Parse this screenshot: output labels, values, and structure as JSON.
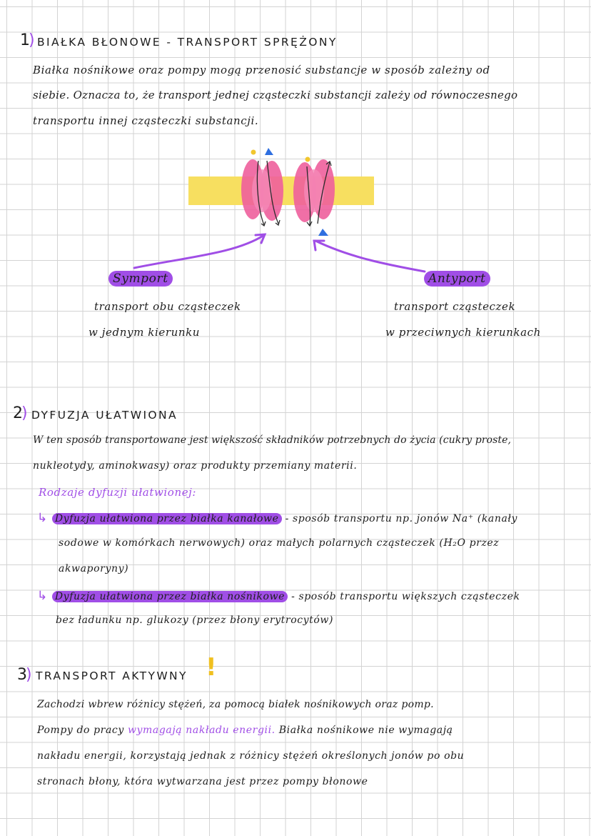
{
  "section1": {
    "number": "1",
    "title": "BIAŁKA BŁONOWE - TRANSPORT SPRĘŻONY",
    "lines": [
      "Białka nośnikowe oraz pompy mogą przenosić substancje w sposób zależny od",
      "siebie. Oznacza to, że transport jednej cząsteczki substancji zależy od równoczesnego",
      "transportu innej cząsteczki substancji."
    ],
    "symport_label": "Symport",
    "symport_desc": [
      "transport obu cząsteczek",
      "w jednym kierunku"
    ],
    "antyport_label": "Antyport",
    "antyport_desc": [
      "transport cząsteczek",
      "w przeciwnych kierunkach"
    ]
  },
  "section2": {
    "number": "2",
    "title": "DYFUZJA UŁATWIONA",
    "lines": [
      "W ten sposób transportowane jest większość składników potrzebnych do życia (cukry proste,",
      "nukleotydy, aminokwasy) oraz produkty przemiany materii."
    ],
    "types_heading": "Rodzaje dyfuzji ułatwionej:",
    "item1": {
      "highlight": "Dyfuzja ułatwiona przez białka kanałowe",
      "rest": "- sposób transportu np. jonów Na⁺ (kanały",
      "lines": [
        "sodowe w komórkach nerwowych) oraz małych polarnych cząsteczek (H₂O przez",
        "akwaporyny)"
      ]
    },
    "item2": {
      "highlight": "Dyfuzja ułatwiona przez białka nośnikowe",
      "rest": "- sposób transportu większych cząsteczek",
      "lines": [
        "bez ładunku np. glukozy (przez błony erytrocytów)"
      ]
    }
  },
  "section3": {
    "number": "3",
    "title": "TRANSPORT AKTYWNY",
    "exclamation": "!",
    "line1": "Zachodzi wbrew różnicy stężeń, za pomocą białek nośnikowych oraz pomp.",
    "line2_a": "Pompy do pracy",
    "line2_purple": "wymagają nakładu energii.",
    "line2_b": "Białka nośnikowe nie wymagają",
    "line3": "nakładu energii, korzystają jednak z różnicy stężeń określonych jonów po obu",
    "line4": "stronach błony, która wytwarzana jest przez pompy błonowe"
  },
  "colors": {
    "accent": "#a04ee6",
    "membrane": "#f7df60",
    "protein": "#ee5f9c",
    "yellow_particle": "#f1c62e",
    "blue_particle": "#2f6fe0"
  }
}
